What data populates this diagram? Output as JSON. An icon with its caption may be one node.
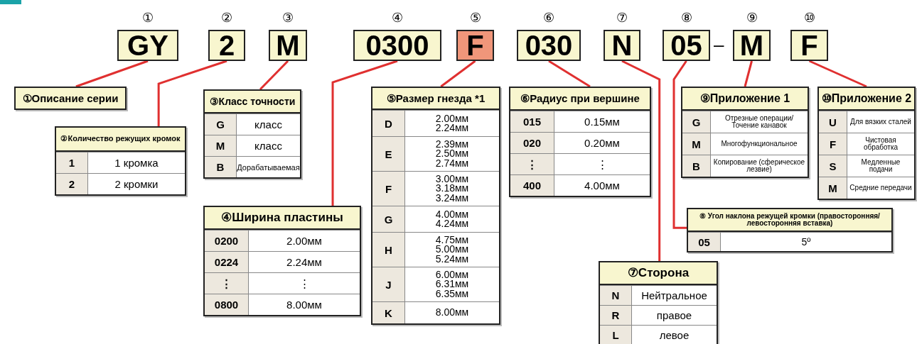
{
  "diagram": {
    "nodes": [
      {
        "text": [
          "GY"
        ],
        "beside": [
          "①"
        ]
      },
      {
        "text": [
          "2"
        ],
        "beside": [
          "②"
        ]
      },
      {
        "text": [
          "M"
        ],
        "beside": [
          "③"
        ]
      },
      {
        "text": [
          "0300"
        ],
        "beside": [
          "④"
        ]
      },
      {
        "text": [
          "F"
        ],
        "beside": [
          "⑤"
        ]
      },
      {
        "text": [
          "030"
        ],
        "beside": [
          "⑥"
        ]
      },
      {
        "text": [
          "N"
        ],
        "beside": [
          "⑦"
        ]
      },
      {
        "text": [
          "05"
        ],
        "beside": [
          "⑧"
        ]
      },
      {
        "text": [
          "M"
        ],
        "beside": [
          "⑨"
        ]
      },
      {
        "text": [
          "F"
        ],
        "beside": [
          "⑩"
        ]
      },
      {
        "text": [
          "①Описание серии"
        ]
      },
      {
        "text": [
          "②Количество режущих кромок",
          "1",
          "1 кромка",
          "2",
          "2 кромки"
        ]
      },
      {
        "text": [
          "③Класс точности",
          "G",
          "класс",
          "M",
          "класс",
          "B",
          "Дорабатываемая"
        ]
      },
      {
        "text": [
          "④Ширина пластины",
          "0200",
          "2.00мм",
          "0224",
          "2.24мм",
          "⋮",
          "⋮",
          "0800",
          "8.00мм"
        ]
      },
      {
        "text": [
          "⑤Размер гнезда *1",
          "D",
          "2.00мм 2.24мм",
          "E",
          "2.39мм 2.50мм 2.74мм",
          "F",
          "3.00мм 3.18мм 3.24мм",
          "G",
          "4.00мм 4.24мм",
          "H",
          "4.75мм 5.00мм 5.24мм",
          "J",
          "6.00мм 6.31мм 6.35мм",
          "K",
          "8.00мм"
        ]
      },
      {
        "text": [
          "⑥Радиус при вершине",
          "015",
          "0.15мм",
          "020",
          "0.20мм",
          "⋮",
          "⋮",
          "400",
          "4.00мм"
        ]
      },
      {
        "text": [
          "⑦Сторона",
          "N",
          "Нейтральное",
          "R",
          "правое",
          "L",
          "левое"
        ]
      },
      {
        "text": [
          "⑧ Угол наклона режущей кромки (правосторонняя/левосторонняя вставка)",
          "05",
          "5º"
        ]
      },
      {
        "text": [
          "⑨Приложение 1",
          "G",
          "Отрезные операции/Точение канавок",
          "M",
          "Многофункциональное",
          "B",
          "Копирование (сферическое лезвие)"
        ]
      },
      {
        "text": [
          "⑩Приложение 2",
          "U",
          "Для вязких сталей",
          "F",
          "Чистовая обработка",
          "S",
          "Медленные подачи",
          "M",
          "Средние передачи"
        ]
      }
    ],
    "edges": [
      {
        "from": 0,
        "to": 10,
        "arrow": "none"
      },
      {
        "from": 1,
        "to": 11,
        "arrow": "none"
      },
      {
        "from": 2,
        "to": 12,
        "arrow": "none"
      },
      {
        "from": 3,
        "to": 13,
        "arrow": "none"
      },
      {
        "from": 4,
        "to": 14,
        "arrow": "none"
      },
      {
        "from": 5,
        "to": 15,
        "arrow": "none"
      },
      {
        "from": 6,
        "to": 16,
        "arrow": "none"
      },
      {
        "from": 7,
        "to": 17,
        "arrow": "none"
      },
      {
        "from": 8,
        "to": 18,
        "arrow": "none"
      },
      {
        "from": 9,
        "to": 19,
        "arrow": "none"
      }
    ],
    "labels": [
      "–"
    ]
  }
}
